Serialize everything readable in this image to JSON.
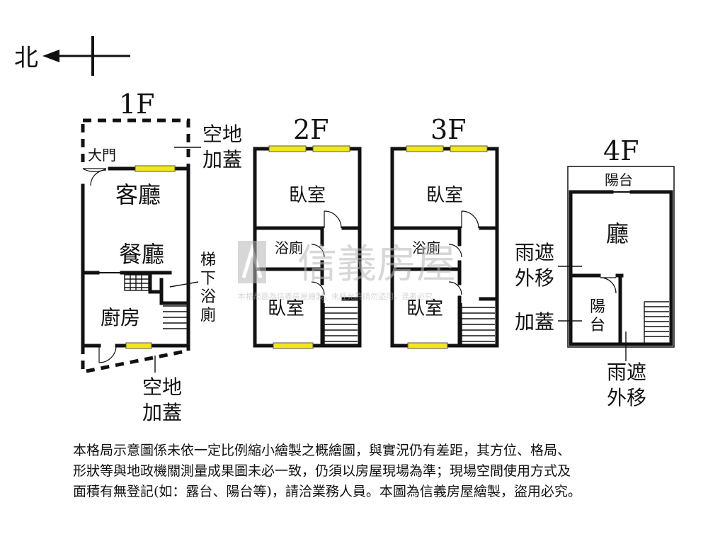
{
  "compass": {
    "label": "北"
  },
  "floors": {
    "f1": {
      "title": "1F",
      "rooms": {
        "entrance": "大門",
        "living": "客廳",
        "dining": "餐廳",
        "kitchen": "廚房"
      },
      "notes": {
        "top": [
          "空地",
          "加蓋"
        ],
        "bottom": [
          "空地",
          "加蓋"
        ],
        "stair_bath": [
          "梯",
          "下",
          "浴",
          "廁"
        ]
      }
    },
    "f2": {
      "title": "2F",
      "rooms": {
        "bedroom_front": "臥室",
        "bath": "浴廁",
        "bedroom_rear": "臥室"
      }
    },
    "f3": {
      "title": "3F",
      "rooms": {
        "bedroom_front": "臥室",
        "bath": "浴廁",
        "bedroom_rear": "臥室"
      }
    },
    "f4": {
      "title": "4F",
      "rooms": {
        "balcony_top": "陽台",
        "hall": "廳",
        "balcony_side": [
          "陽",
          "台"
        ]
      },
      "notes": {
        "awning_left": [
          "雨遮",
          "外移"
        ],
        "added": "加蓋",
        "awning_bottom": [
          "雨遮",
          "外移"
        ]
      }
    }
  },
  "watermark": {
    "brand": "信義房屋",
    "small": "本格局圖為信義房屋繪製，未經允許請勿盜用，違者必究"
  },
  "disclaimer": [
    "本格局示意圖係未依一定比例縮小繪製之概繪圖，與實況仍有差距，其方位、格局、",
    "形狀等與地政機關測量成果圖未必一致，仍須以房屋現場為準；現場空間使用方式及",
    "面積有無登記(如：露台、陽台等)，請洽業務人員。本圖為信義房屋繪製，盜用必究。"
  ],
  "colors": {
    "window": "#f3e61a",
    "wall": "#111111",
    "watermark": "#b8b8b8"
  }
}
